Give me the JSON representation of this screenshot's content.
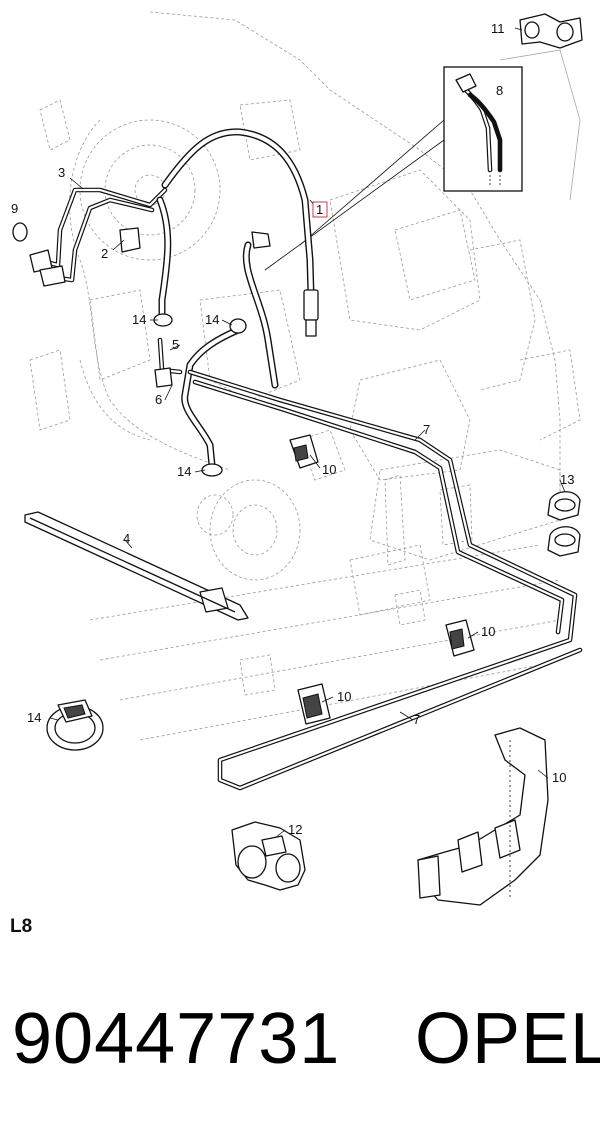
{
  "diagram": {
    "code": "L8",
    "callouts": {
      "c1": "1",
      "c2": "2",
      "c3": "3",
      "c4": "4",
      "c5": "5",
      "c6": "6",
      "c7a": "7",
      "c7b": "7",
      "c8": "8",
      "c9": "9",
      "c10a": "10",
      "c10b": "10",
      "c10c": "10",
      "c10d": "10",
      "c11": "11",
      "c12": "12",
      "c13": "13",
      "c14a": "14",
      "c14b": "14",
      "c14c": "14",
      "c14d": "14"
    }
  },
  "footer": {
    "part_number": "90447731",
    "brand": "OPEL"
  }
}
